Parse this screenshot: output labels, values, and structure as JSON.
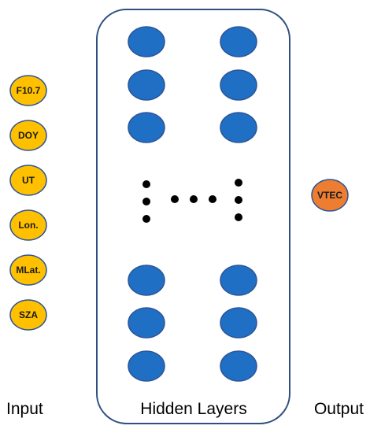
{
  "inputs": {
    "caption": "Input",
    "nodes": [
      "F10.7",
      "DOY",
      "UT",
      "Lon.",
      "MLat.",
      "SZA"
    ]
  },
  "hidden": {
    "caption": "Hidden Layers"
  },
  "output": {
    "caption": "Output",
    "node": "VTEC"
  },
  "colors": {
    "input_fill": "#FFC000",
    "output_fill": "#ED7D31",
    "hidden_fill": "#1F6FC5",
    "hidden_stroke": "#2E5597",
    "node_text": "#1a1a1a",
    "box_stroke": "#2F4F7F",
    "dots": "#000000",
    "caption": "#000000"
  }
}
